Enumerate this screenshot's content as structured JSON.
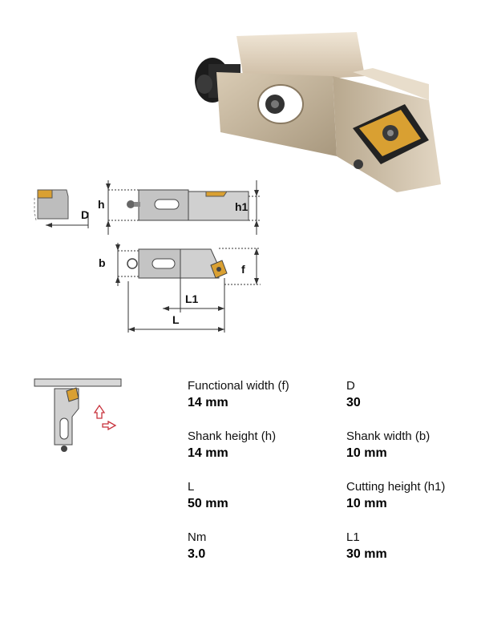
{
  "diagram": {
    "labels": {
      "D": "D",
      "h": "h",
      "h1": "h1",
      "b": "b",
      "f": "f",
      "L1": "L1",
      "L": "L"
    }
  },
  "specs": [
    {
      "label": "Functional width (f)",
      "value": "14 mm"
    },
    {
      "label": "D",
      "value": "30"
    },
    {
      "label": "Shank height (h)",
      "value": "14 mm"
    },
    {
      "label": "Shank width (b)",
      "value": "10 mm"
    },
    {
      "label": "L",
      "value": "50 mm"
    },
    {
      "label": "Cutting height (h1)",
      "value": "10 mm"
    },
    {
      "label": "Nm",
      "value": "3.0"
    },
    {
      "label": "L1",
      "value": "30 mm"
    }
  ],
  "colors": {
    "insert": "#d9a032",
    "body": "#c9bca8",
    "accent_arrow": "#c8323c"
  }
}
